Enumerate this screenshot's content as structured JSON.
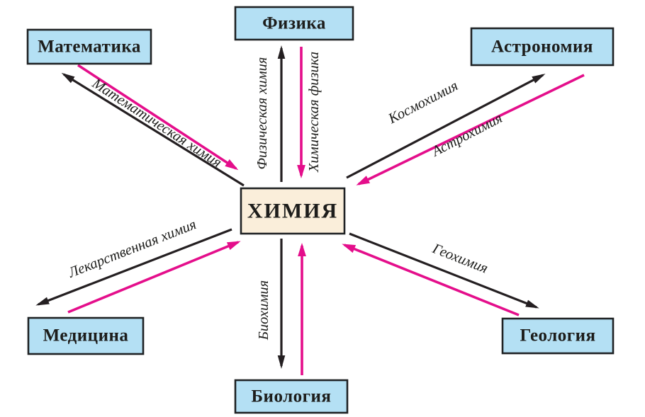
{
  "colors": {
    "node_fill": "#b4e0f4",
    "node_border": "#1f2224",
    "center_fill": "#faeeda",
    "outward_arrow": "#241f21",
    "inward_arrow": "#e40e8b",
    "label_text": "#1d1d1b",
    "background": "#ffffff"
  },
  "center_node": {
    "label": "ХИМИЯ"
  },
  "nodes": {
    "mathematics": {
      "label": "Математика"
    },
    "physics": {
      "label": "Физика"
    },
    "astronomy": {
      "label": "Астрономия"
    },
    "medicine": {
      "label": "Медицина"
    },
    "biology": {
      "label": "Биология"
    },
    "geology": {
      "label": "Геология"
    }
  },
  "edge_labels": {
    "mathematical_chemistry": {
      "label": "Математическая химия"
    },
    "physical_chemistry": {
      "label": "Физическая химия"
    },
    "chemical_physics": {
      "label": "Химическая физика"
    },
    "cosmochemistry": {
      "label": "Космохимия"
    },
    "astrochemistry": {
      "label": "Астрохимия"
    },
    "medicinal_chemistry": {
      "label": "Лекарственная химия"
    },
    "biochemistry": {
      "label": "Биохимия"
    },
    "geochemistry": {
      "label": "Геохимия"
    }
  }
}
